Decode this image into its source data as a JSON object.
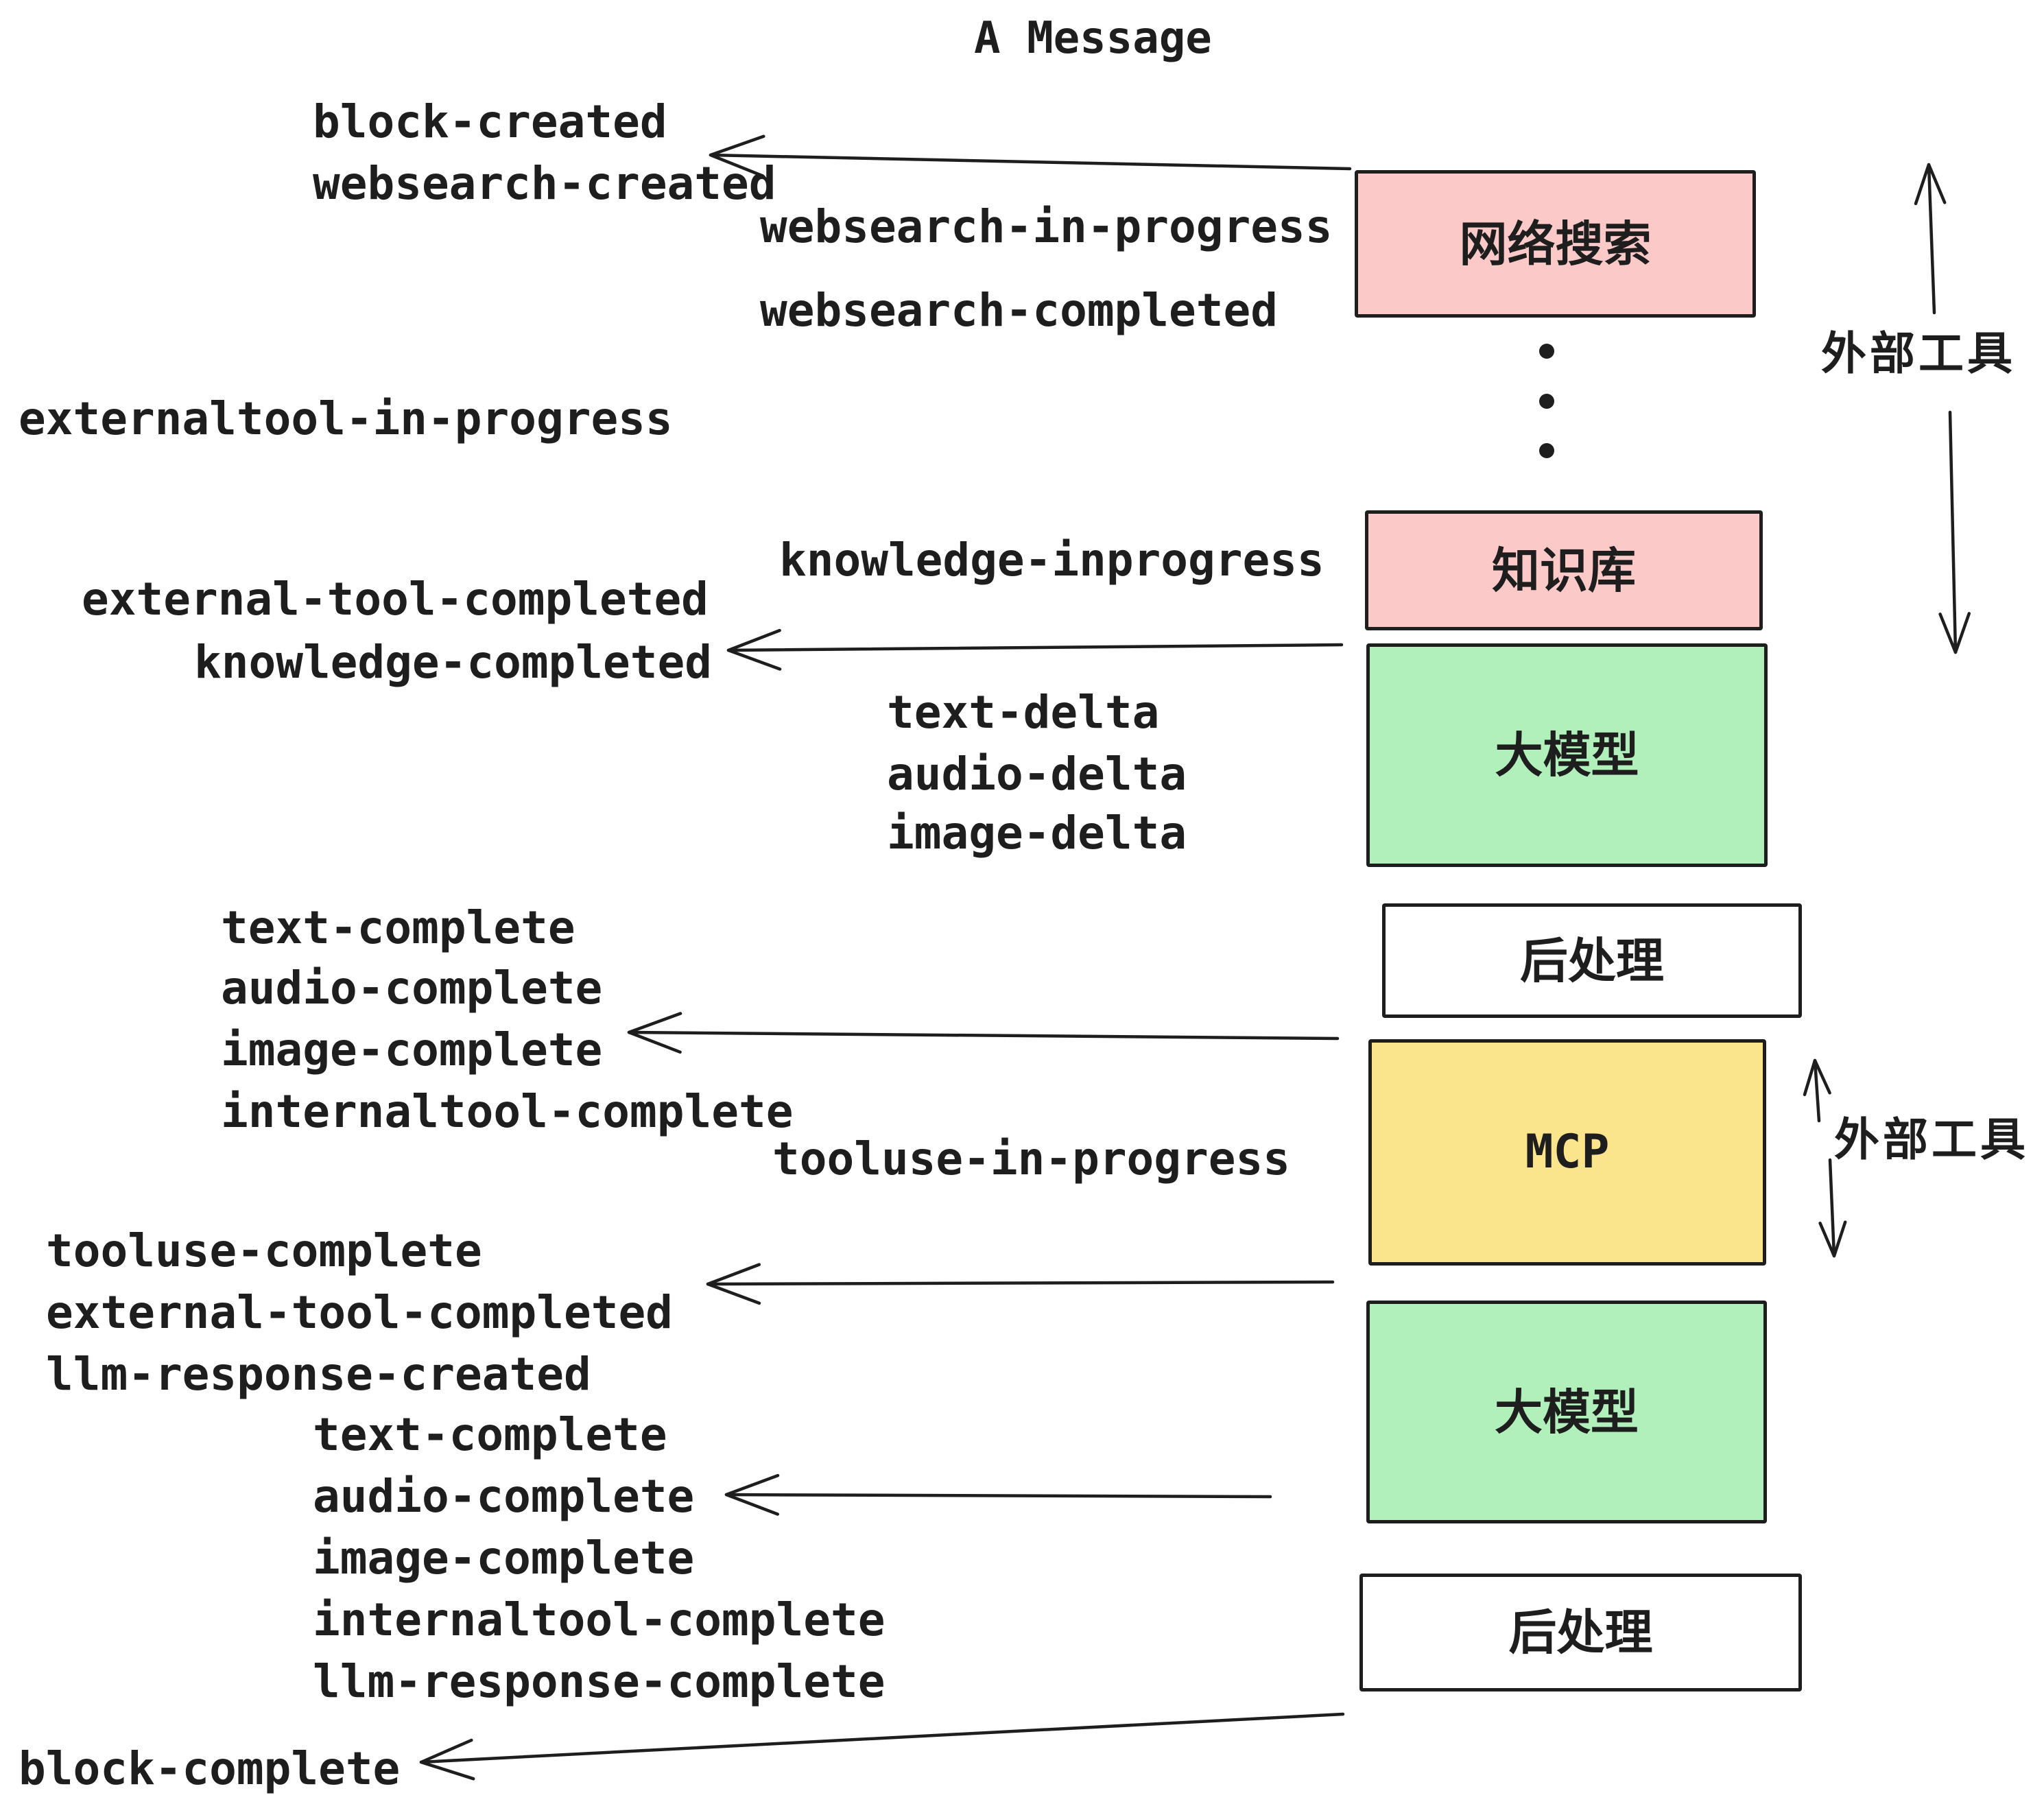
{
  "title": "A Message",
  "colors": {
    "ink": "#1e1e1e",
    "box_pink": "#fcc9c9",
    "box_green": "#b2f0bb",
    "box_yellow": "#fae58c",
    "box_white": "#ffffff",
    "background": "#ffffff"
  },
  "boxes": [
    {
      "id": "websearch",
      "label": "网络搜索",
      "fill": "#fcc9c9"
    },
    {
      "id": "knowledge",
      "label": "知识库",
      "fill": "#fcc9c9"
    },
    {
      "id": "llm-1",
      "label": "大模型",
      "fill": "#b2f0bb"
    },
    {
      "id": "postprocess-1",
      "label": "后处理",
      "fill": "#ffffff"
    },
    {
      "id": "mcp",
      "label": "MCP",
      "fill": "#fae58c"
    },
    {
      "id": "llm-2",
      "label": "大模型",
      "fill": "#b2f0bb"
    },
    {
      "id": "postprocess-2",
      "label": "后处理",
      "fill": "#ffffff"
    }
  ],
  "events": [
    "block-created",
    "websearch-created",
    "websearch-in-progress",
    "websearch-completed",
    "externaltool-in-progress",
    "knowledge-inprogress",
    "external-tool-completed",
    "knowledge-completed",
    "text-delta",
    "audio-delta",
    "image-delta",
    "text-complete",
    "audio-complete",
    "image-complete",
    "internaltool-complete",
    "tooluse-in-progress",
    "tooluse-complete",
    "external-tool-completed",
    "llm-response-created",
    "text-complete",
    "audio-complete",
    "image-complete",
    "internaltool-complete",
    "llm-response-complete",
    "block-complete"
  ],
  "side_annotations": [
    {
      "label": "外部工具"
    },
    {
      "label": "外部工具"
    }
  ]
}
